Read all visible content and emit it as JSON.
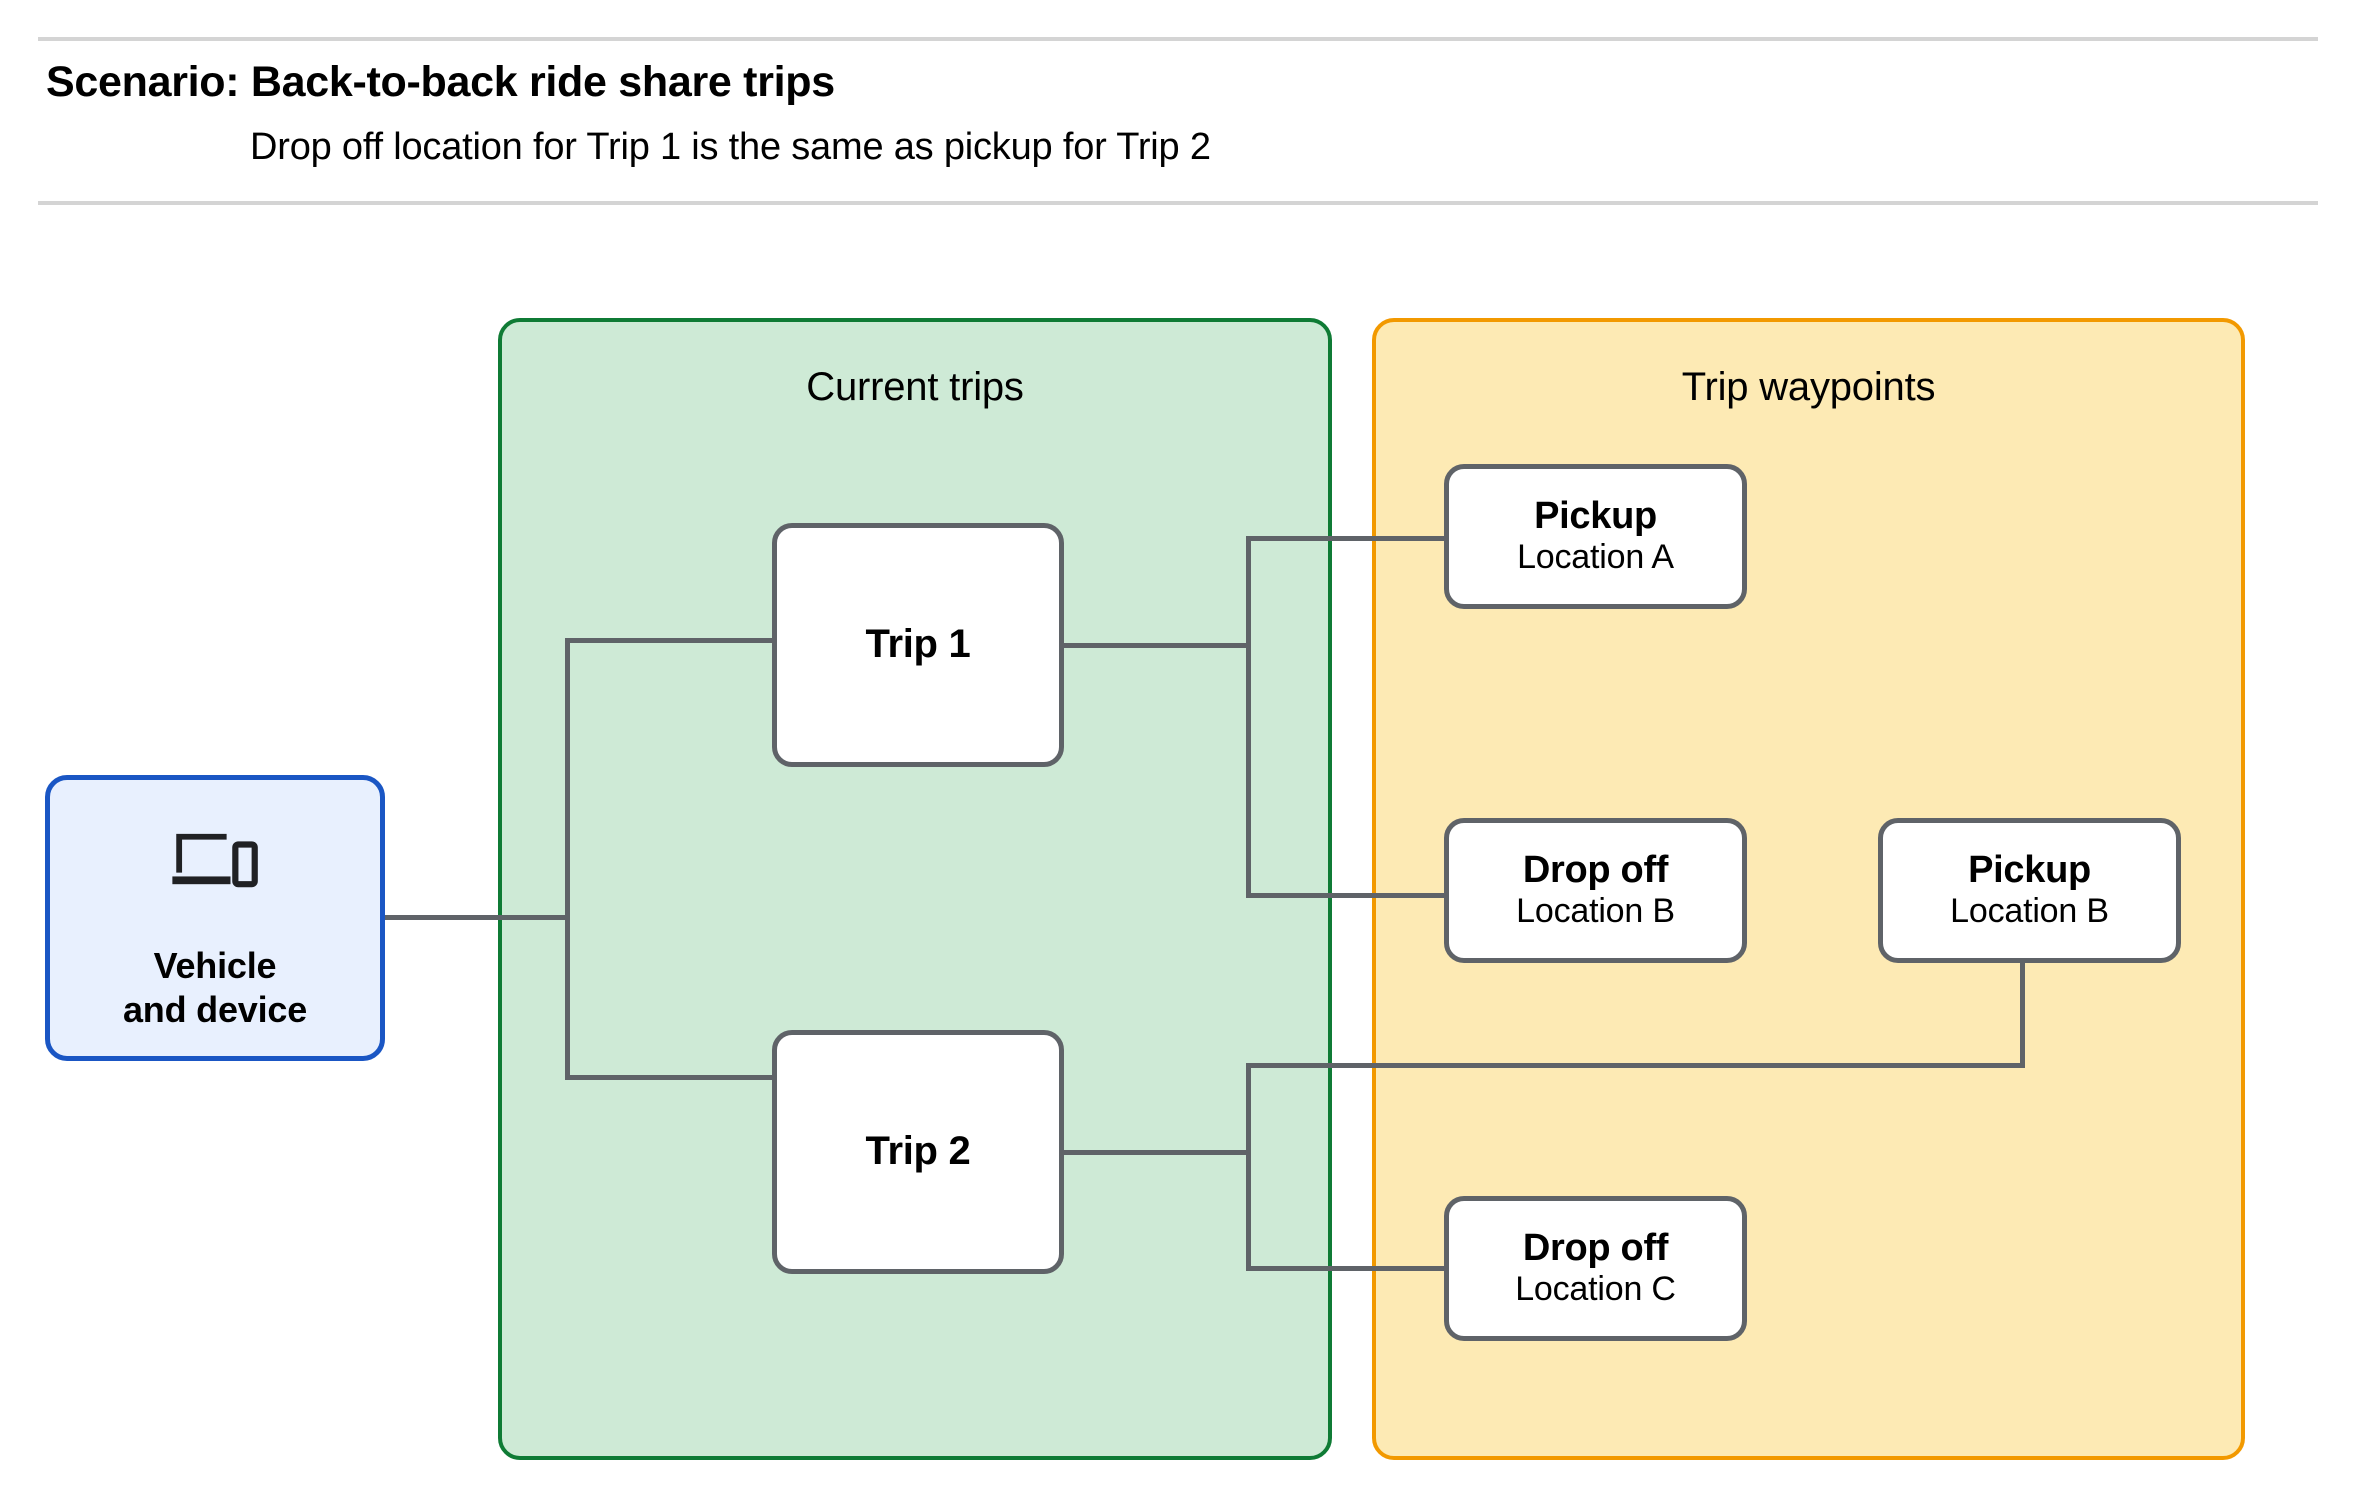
{
  "header": {
    "title": "Scenario: Back-to-back ride share trips",
    "subtitle": "Drop off  location for Trip 1 is the same as pickup for Trip 2"
  },
  "colors": {
    "current_trips_fill": "#ceead6",
    "current_trips_border": "#0f7b35",
    "trip_waypoints_fill": "#fdeab4",
    "trip_waypoints_border": "#f29900",
    "vehicle_fill": "#e8f0fe",
    "vehicle_border": "#1a56c4",
    "node_border": "#5f6368",
    "connector": "#5f6368",
    "divider": "#d4d4d4"
  },
  "vehicle": {
    "icon": "devices-icon",
    "label": "Vehicle\nand device"
  },
  "groups": {
    "current_trips": {
      "title": "Current trips",
      "nodes": [
        {
          "label": "Trip 1"
        },
        {
          "label": "Trip 2"
        }
      ]
    },
    "trip_waypoints": {
      "title": "Trip waypoints",
      "nodes": [
        {
          "title": "Pickup",
          "location": "Location A"
        },
        {
          "title": "Drop off",
          "location": "Location B"
        },
        {
          "title": "Pickup",
          "location": "Location B"
        },
        {
          "title": "Drop off",
          "location": "Location C"
        }
      ]
    }
  }
}
